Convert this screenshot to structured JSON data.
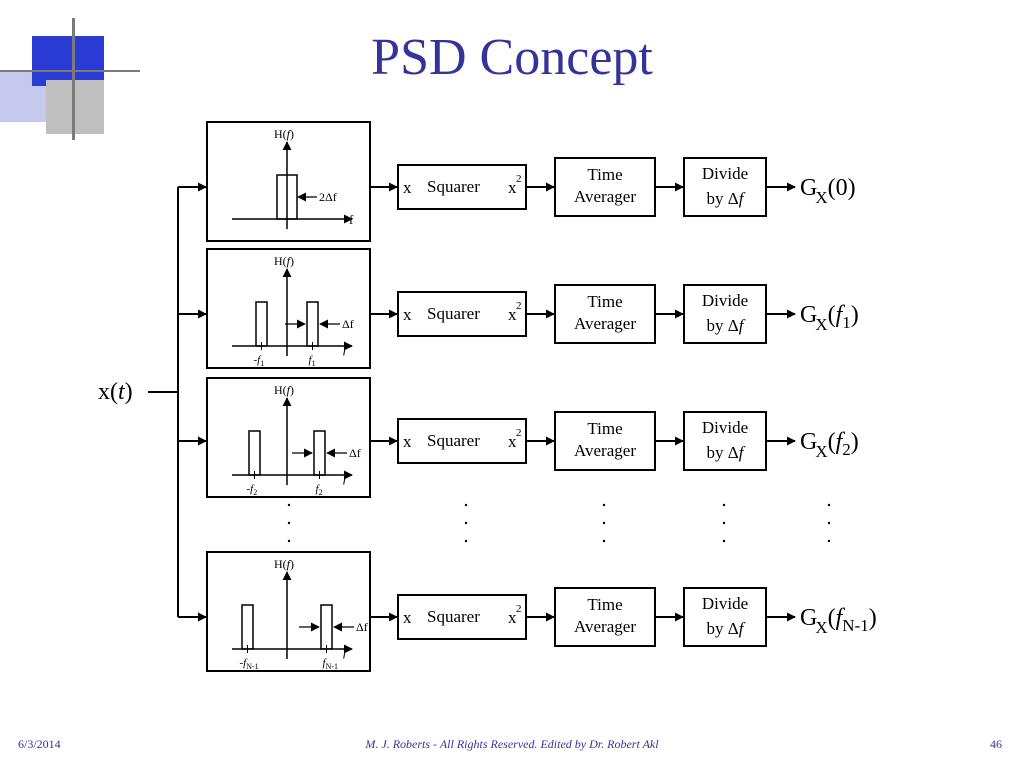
{
  "slide": {
    "title": "PSD Concept",
    "footer": {
      "date": "6/3/2014",
      "credit": "M. J. Roberts - All Rights Reserved. Edited by Dr. Robert Akl",
      "page": "46"
    }
  },
  "colors": {
    "title": "#333399",
    "deco_blue": "#2b3bd6",
    "deco_light": "#c5c9ee",
    "deco_gray": "#9e9e9e"
  },
  "diagram": {
    "input_label": "x",
    "input_arg": "t",
    "filter_label": "H(",
    "filter_var": "f",
    "freq_axis_label": "f",
    "squarer": {
      "in": "x",
      "label": "Squarer",
      "out": "x",
      "sup": "2"
    },
    "averager": {
      "line1": "Time",
      "line2": "Averager"
    },
    "divider": {
      "line1": "Divide",
      "line2": "by",
      "delta": "Δ",
      "var": "f"
    },
    "output_base": "G",
    "output_sub": "X",
    "bands": [
      {
        "bw_label": "2Δf",
        "neg_freq": "",
        "pos_freq": "",
        "out_arg": "0"
      },
      {
        "bw_label": "Δf",
        "neg_freq": "-f",
        "pos_freq": "f",
        "freq_sub": "1",
        "out_arg": "f",
        "out_sub": "1"
      },
      {
        "bw_label": "Δf",
        "neg_freq": "-f",
        "pos_freq": "f",
        "freq_sub": "2",
        "out_arg": "f",
        "out_sub": "2"
      },
      {
        "bw_label": "Δf",
        "neg_freq": "-f",
        "pos_freq": "f",
        "freq_sub": "N-1",
        "out_arg": "f",
        "out_sub": "N-1"
      }
    ]
  }
}
